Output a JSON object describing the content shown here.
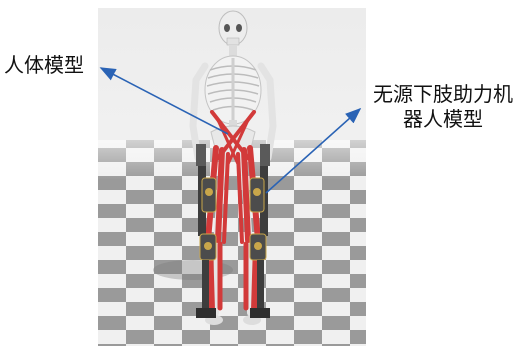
{
  "figure": {
    "labels": {
      "human_model": "人体模型",
      "exo_model_line1": "无源下肢助力机",
      "exo_model_line2": "器人模型"
    },
    "colors": {
      "arrow": "#2a63b5",
      "muscle": "#d23a3a",
      "bone": "#e9e9e9",
      "floor_dark": "#8f8f8f",
      "floor_light": "#f2f2f2"
    },
    "icons": [
      "skeleton-model",
      "exoskeleton-model",
      "checker-floor"
    ]
  }
}
